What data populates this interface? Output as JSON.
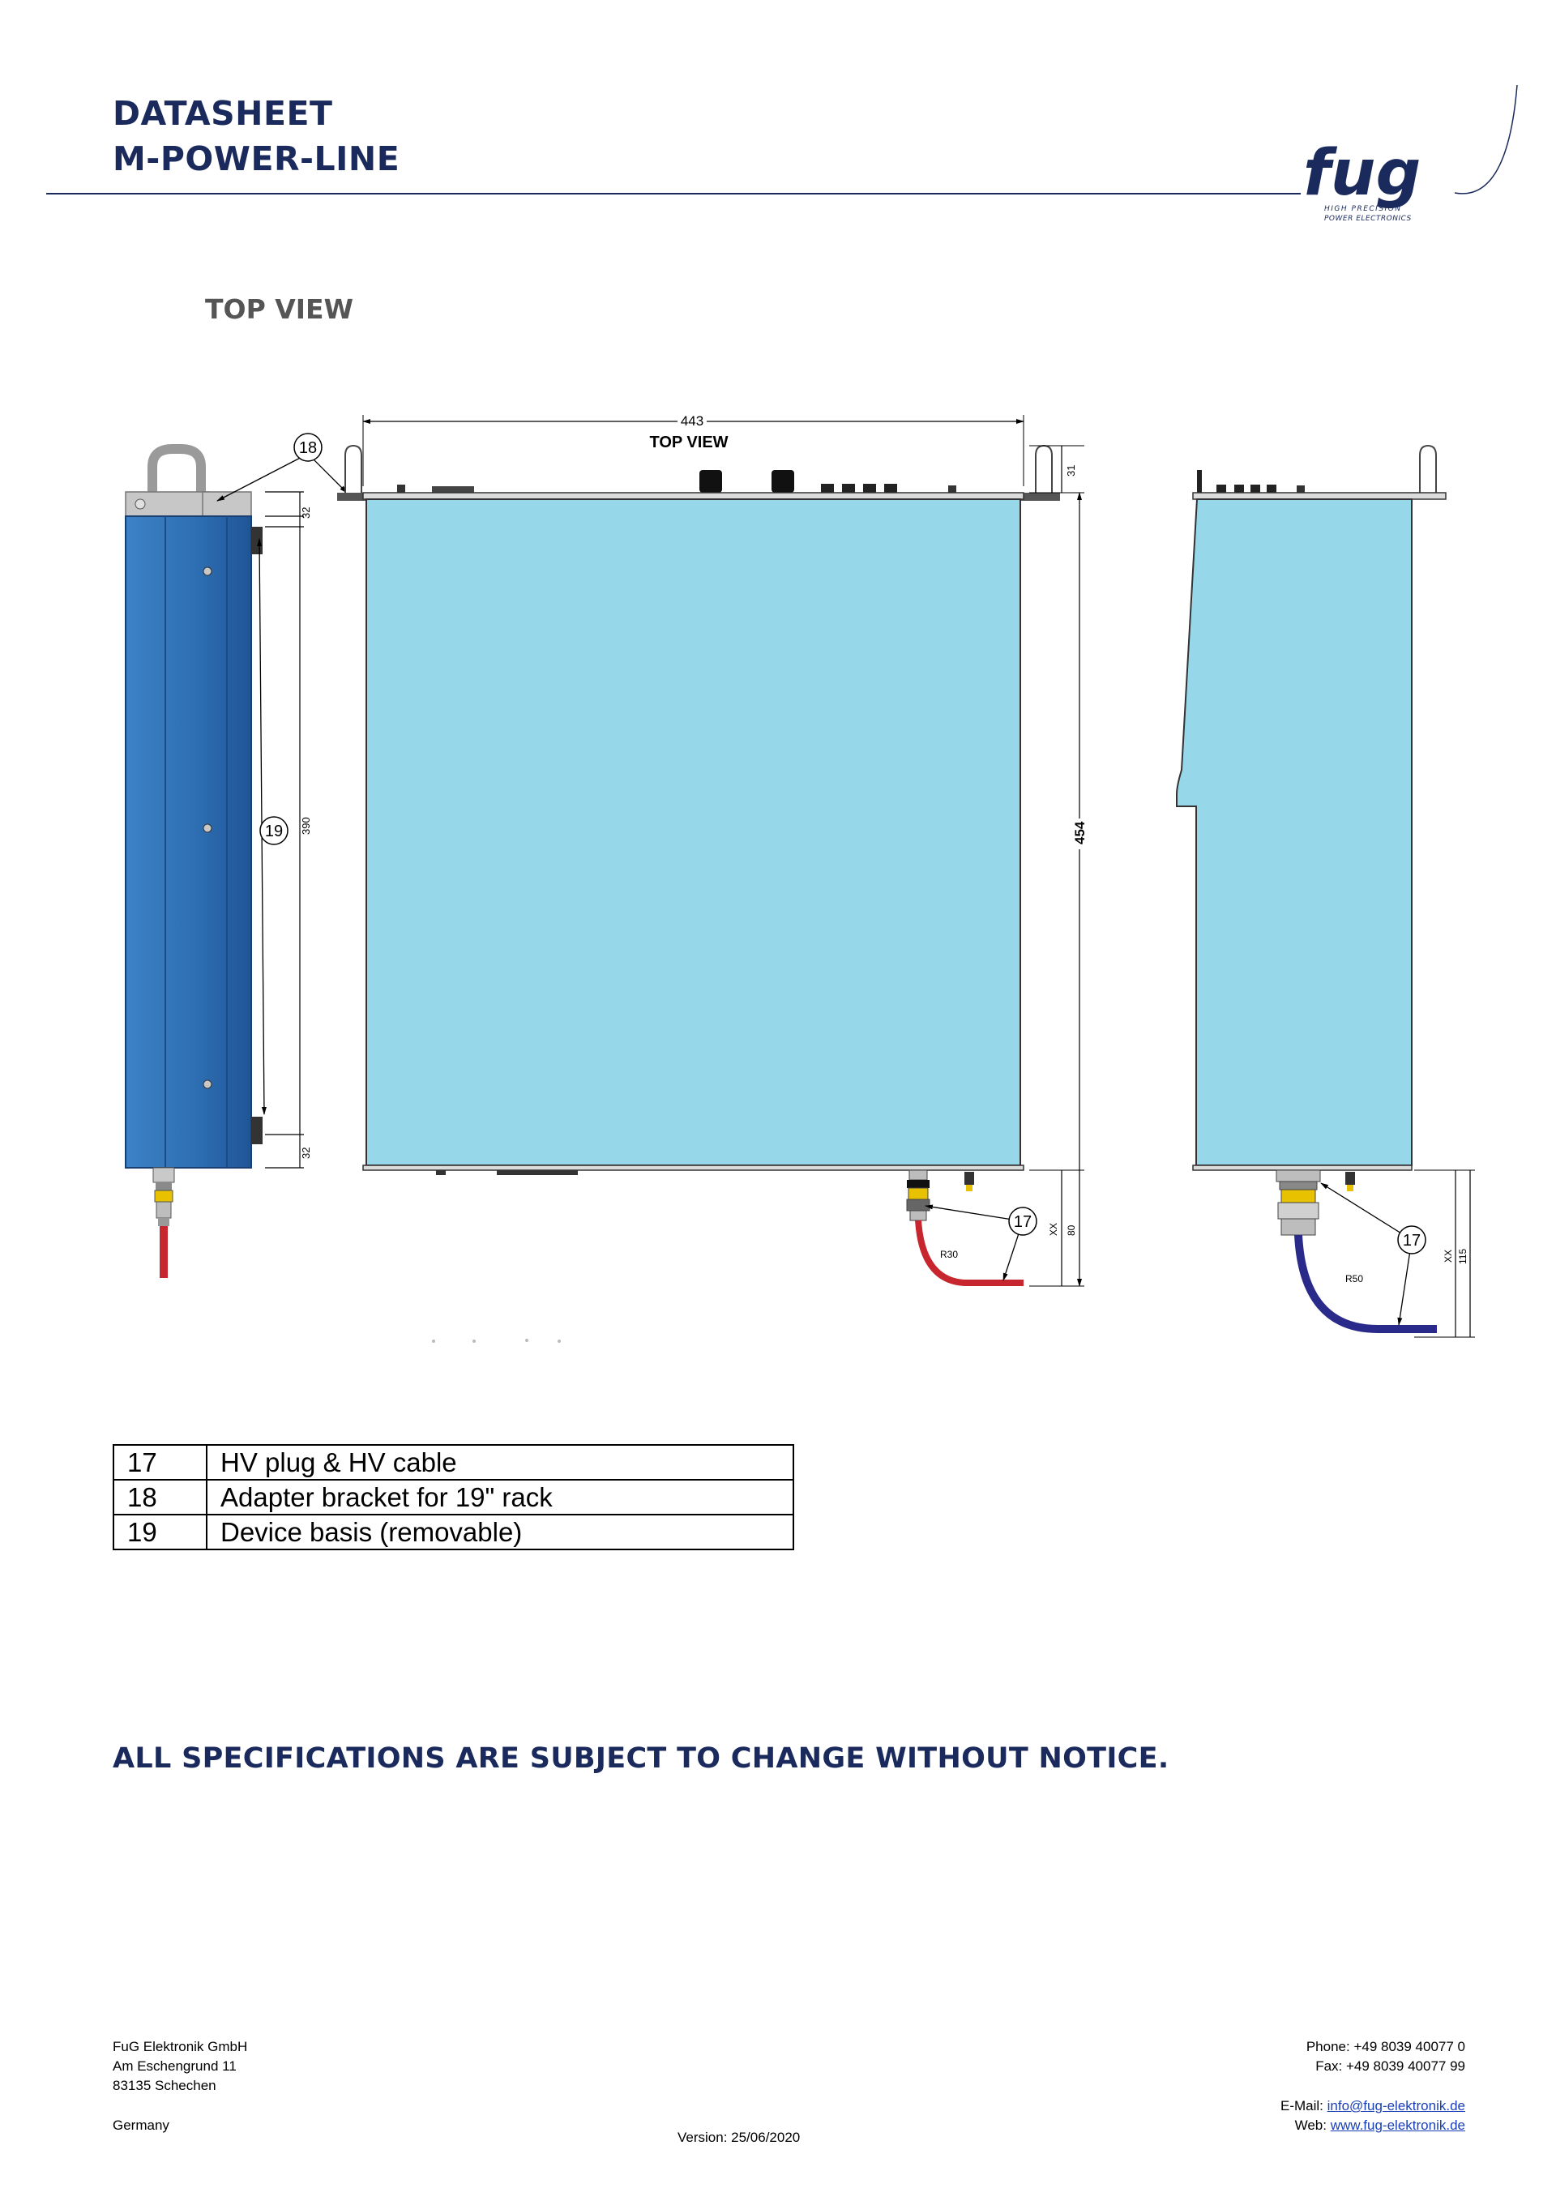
{
  "header": {
    "title_line1": "DATASHEET",
    "title_line2": "M-POWER-LINE",
    "logo_text": "fug",
    "logo_tagline1": "HIGH PRECISION",
    "logo_tagline2": "POWER ELECTRONICS"
  },
  "section": {
    "title": "TOP VIEW"
  },
  "drawing": {
    "top_view_label": "TOP VIEW",
    "dim_width": "443",
    "dim_depth": "454",
    "dim_31": "31",
    "dim_32_top": "32",
    "dim_390": "390",
    "dim_32_bottom": "32",
    "dim_xx_a": "XX",
    "dim_80": "80",
    "dim_xx_b": "XX",
    "dim_115": "115",
    "r30": "R30",
    "r50": "R50",
    "callout_17": "17",
    "callout_18": "18",
    "callout_19": "19"
  },
  "legend": [
    {
      "num": "17",
      "desc": "HV plug & HV cable"
    },
    {
      "num": "18",
      "desc": "Adapter bracket for 19\" rack"
    },
    {
      "num": "19",
      "desc": "Device basis (removable)"
    }
  ],
  "notice": "ALL SPECIFICATIONS ARE SUBJECT TO CHANGE WITHOUT NOTICE.",
  "footer": {
    "company": "FuG Elektronik GmbH",
    "street": "Am Eschengrund 11",
    "city": "83135 Schechen",
    "country": "Germany",
    "phone": "Phone: +49 8039 40077 0",
    "fax": "Fax: +49 8039 40077 99",
    "email_label": "E-Mail: ",
    "email": "info@fug-elektronik.de",
    "web_label": "Web: ",
    "web": "www.fug-elektronik.de",
    "version": "Version: 25/06/2020"
  },
  "colors": {
    "brand_navy": "#1b2a5c",
    "housing_blue": "#2f6fb3",
    "panel_cyan": "#96d8ea",
    "cable_red": "#c8262e",
    "cable_navy": "#2a2a8a"
  }
}
